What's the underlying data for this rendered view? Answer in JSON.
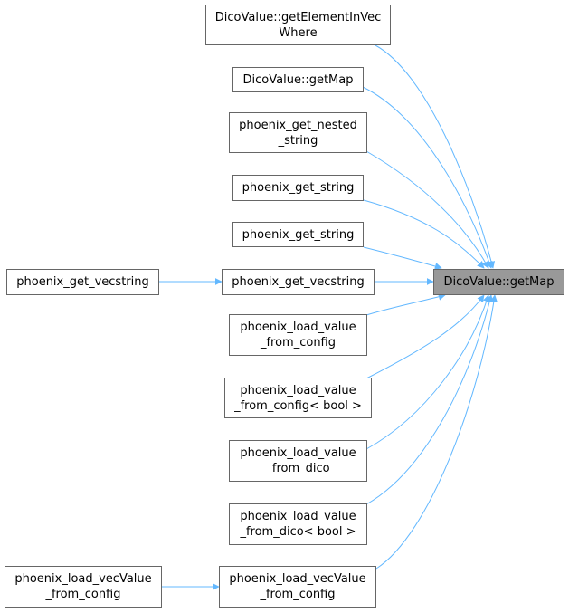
{
  "diagram": {
    "target": {
      "label": "DicoValue::getMap"
    },
    "callers": [
      {
        "id": "getElementInVecWhere",
        "label": "DicoValue::getElementInVec\nWhere"
      },
      {
        "id": "getMap2",
        "label": "DicoValue::getMap"
      },
      {
        "id": "get_nested_string",
        "label": "phoenix_get_nested\n_string"
      },
      {
        "id": "get_string1",
        "label": "phoenix_get_string"
      },
      {
        "id": "get_string2",
        "label": "phoenix_get_string"
      },
      {
        "id": "get_vecstring",
        "label": "phoenix_get_vecstring"
      },
      {
        "id": "load_value_from_config",
        "label": "phoenix_load_value\n_from_config"
      },
      {
        "id": "load_value_from_config_bool",
        "label": "phoenix_load_value\n_from_config< bool >"
      },
      {
        "id": "load_value_from_dico",
        "label": "phoenix_load_value\n_from_dico"
      },
      {
        "id": "load_value_from_dico_bool",
        "label": "phoenix_load_value\n_from_dico< bool >"
      },
      {
        "id": "load_vecValue_from_config",
        "label": "phoenix_load_vecValue\n_from_config"
      }
    ],
    "second_level": [
      {
        "id": "get_vecstring_outer",
        "label": "phoenix_get_vecstring"
      },
      {
        "id": "load_vecValue_outer",
        "label": "phoenix_load_vecValue\n_from_config"
      }
    ],
    "edge_color": "#63b8ff"
  }
}
